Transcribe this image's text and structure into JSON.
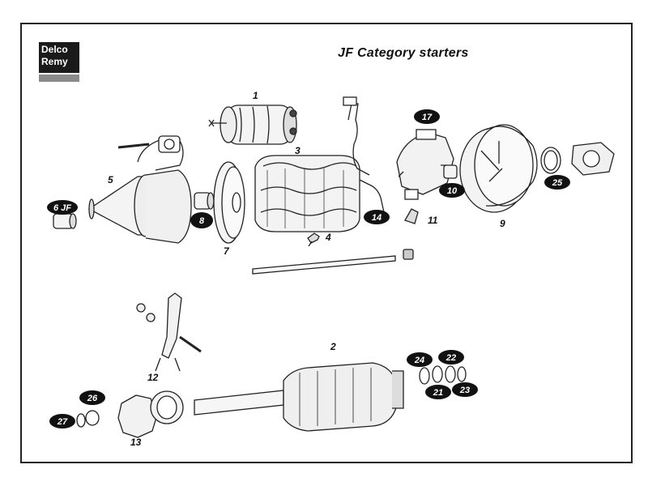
{
  "title": "JF Category starters",
  "logo": {
    "line1": "Delco",
    "line2": "Remy"
  },
  "callouts_plain": [
    {
      "id": "c1",
      "text": "1"
    },
    {
      "id": "c2",
      "text": "2"
    },
    {
      "id": "c3",
      "text": "3"
    },
    {
      "id": "c4",
      "text": "4"
    },
    {
      "id": "c5",
      "text": "5"
    },
    {
      "id": "c7",
      "text": "7"
    },
    {
      "id": "c9",
      "text": "9"
    },
    {
      "id": "c11",
      "text": "11"
    },
    {
      "id": "c12",
      "text": "12"
    },
    {
      "id": "c13",
      "text": "13"
    }
  ],
  "callouts_badge": [
    {
      "id": "b6",
      "text": "6 JF"
    },
    {
      "id": "b8",
      "text": "8"
    },
    {
      "id": "b10",
      "text": "10"
    },
    {
      "id": "b14",
      "text": "14"
    },
    {
      "id": "b17",
      "text": "17"
    },
    {
      "id": "b21",
      "text": "21"
    },
    {
      "id": "b22",
      "text": "22"
    },
    {
      "id": "b23",
      "text": "23"
    },
    {
      "id": "b24",
      "text": "24"
    },
    {
      "id": "b25",
      "text": "25"
    },
    {
      "id": "b26",
      "text": "26"
    },
    {
      "id": "b27",
      "text": "27"
    }
  ]
}
